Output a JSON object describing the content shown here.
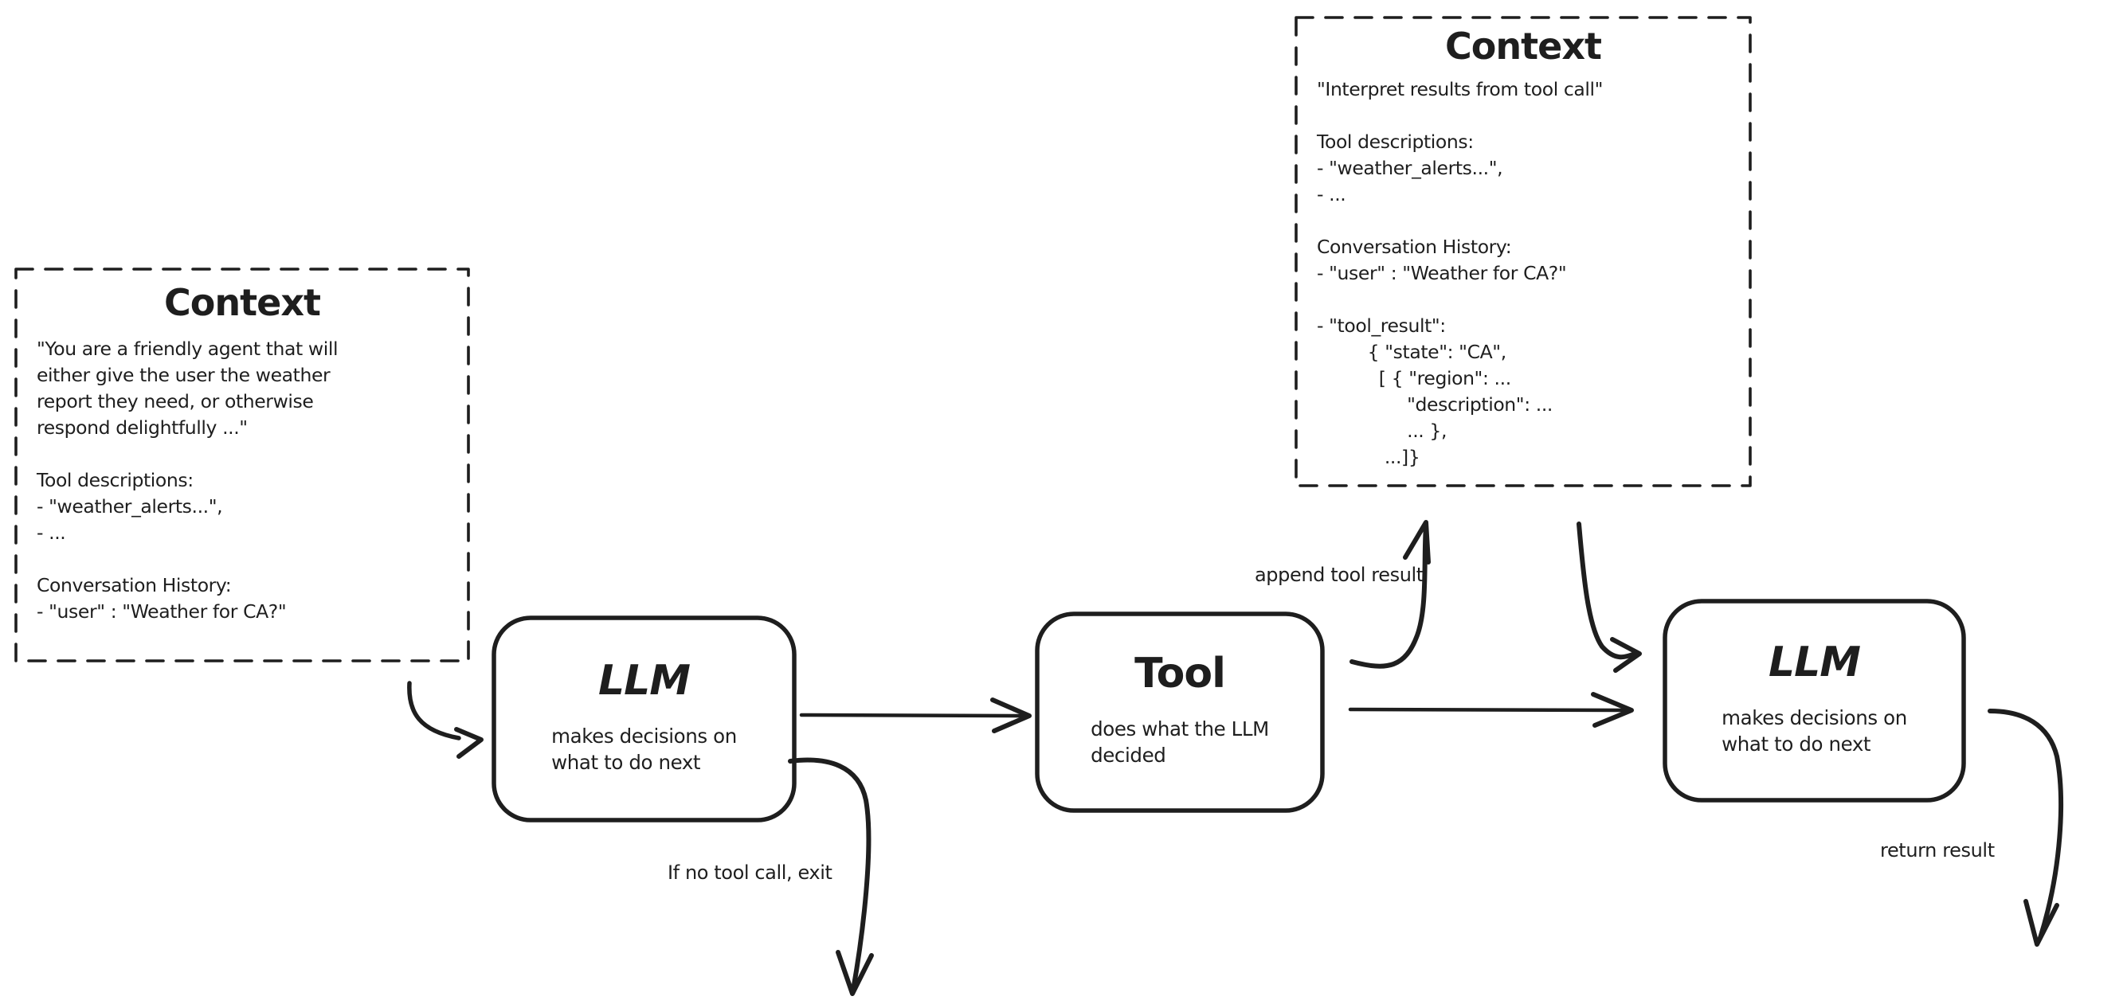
{
  "palette": {
    "ink": "#1e1e1e",
    "background": "#ffffff"
  },
  "context_left": {
    "title": "Context",
    "lines": [
      "\"You are a friendly agent that will",
      "either give the user the weather",
      "report they need, or otherwise",
      "respond delightfully ...\"",
      "",
      "Tool descriptions:",
      "- \"weather_alerts...\",",
      "- ...",
      "",
      "Conversation History:",
      "- \"user\" : \"Weather for CA?\""
    ]
  },
  "context_top": {
    "title": "Context",
    "lines": [
      "\"Interpret results from tool call\"",
      "",
      "Tool descriptions:",
      "- \"weather_alerts...\",",
      "- ...",
      "",
      "Conversation History:",
      "- \"user\" : \"Weather for CA?\"",
      "",
      "- \"tool_result\":",
      "         { \"state\": \"CA\",",
      "           [ { \"region\": ...",
      "                \"description\": ...",
      "                ... },",
      "            ...]}"
    ]
  },
  "nodes": {
    "llm1": {
      "title": "LLM",
      "subtitle": [
        "makes decisions on",
        "what to do next"
      ]
    },
    "tool": {
      "title": "Tool",
      "subtitle": [
        "does what the LLM",
        "decided"
      ]
    },
    "llm2": {
      "title": "LLM",
      "subtitle": [
        "makes decisions on",
        "what to do next"
      ]
    }
  },
  "edge_labels": {
    "append_tool_result": "append tool result",
    "no_tool_call_exit": "If no tool call, exit",
    "return_result": "return result"
  }
}
